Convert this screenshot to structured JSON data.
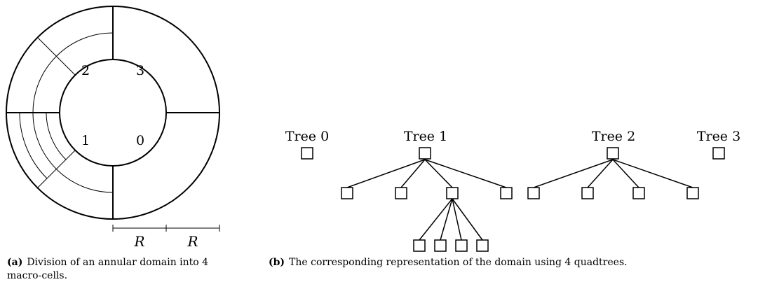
{
  "figure_a": {
    "cell_labels": [
      "0",
      "1",
      "2",
      "3"
    ],
    "scale_labels": [
      "R",
      "R"
    ],
    "caption_tag": "(a)",
    "caption_text": "Division of an annular domain into 4 macro-cells."
  },
  "figure_b": {
    "trees": [
      {
        "label": "Tree 0"
      },
      {
        "label": "Tree 1"
      },
      {
        "label": "Tree 2"
      },
      {
        "label": "Tree 3"
      }
    ],
    "caption_tag": "(b)",
    "caption_text": "The corresponding representation of the domain using 4 quadtrees."
  }
}
